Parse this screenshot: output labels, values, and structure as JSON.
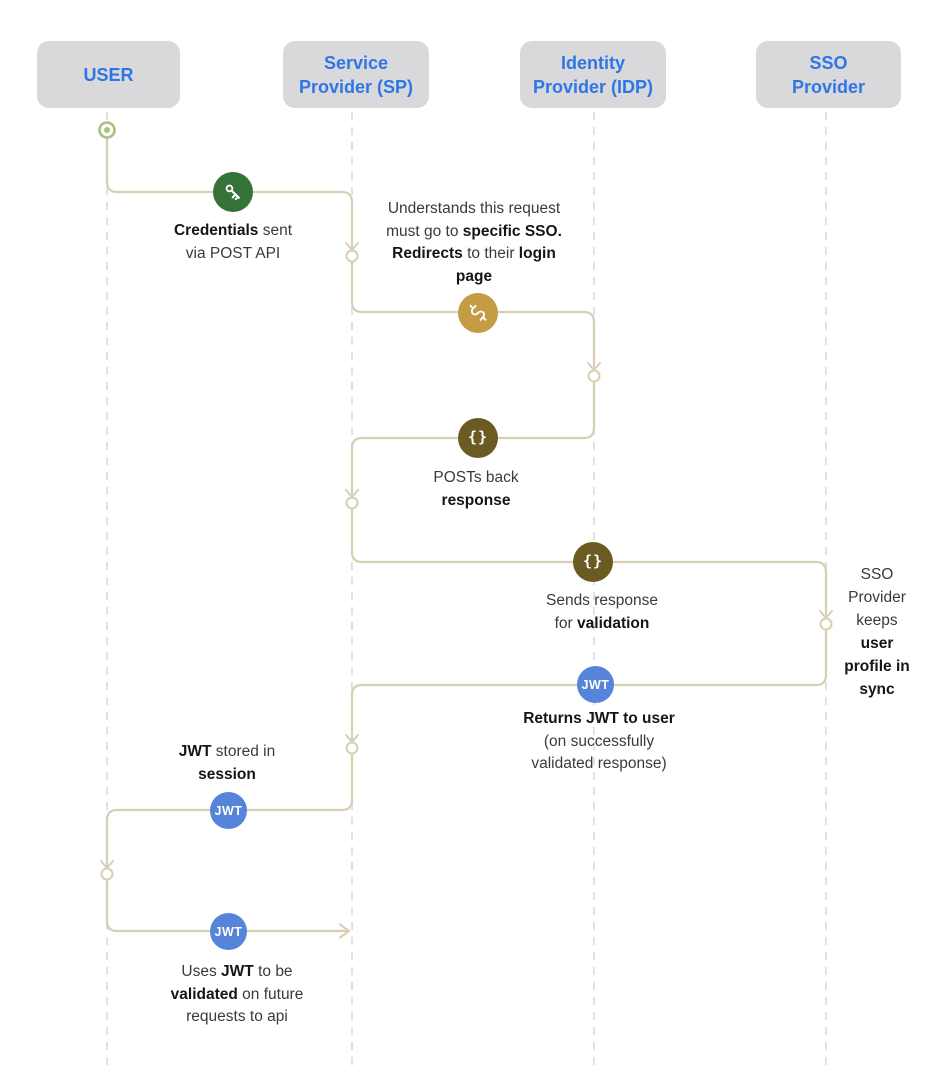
{
  "lanes": [
    {
      "label": [
        "USER"
      ]
    },
    {
      "label": [
        "Service",
        "Provider (SP)"
      ]
    },
    {
      "label": [
        "Identity",
        "Provider (IDP)"
      ]
    },
    {
      "label": [
        "SSO",
        "Provider"
      ]
    }
  ],
  "icons": {
    "key": "key-icon",
    "redirect": "redirect-icon",
    "braces": "{}",
    "jwt": "JWT"
  },
  "notes": {
    "credentials": {
      "s0": "Credentials",
      "s1": " sent",
      "s2": "via POST API"
    },
    "understands": {
      "s0": "Understands this request",
      "s1": "must go to ",
      "s2": "specific SSO.",
      "s3": "Redirects",
      "s4": " to their ",
      "s5": "login",
      "s6": "page"
    },
    "posts_back": {
      "s0": "POSTs back",
      "s1": "response"
    },
    "sends_response": {
      "s0": "Sends response",
      "s1": "for ",
      "s2": "validation"
    },
    "sso_keeps": {
      "s0": "SSO",
      "s1": "Provider",
      "s2": "keeps",
      "s3": "user",
      "s4": "profile in",
      "s5": "sync"
    },
    "returns_jwt": {
      "s0": "Returns JWT to user",
      "s1": "(on successfully",
      "s2": "validated response)"
    },
    "jwt_stored": {
      "s0": "JWT",
      "s1": " stored in",
      "s2": "session"
    },
    "uses_jwt": {
      "s0": "Uses ",
      "s1": "JWT",
      "s2": " to be",
      "s3": "validated",
      "s4": " on future",
      "s5": "requests to api"
    }
  },
  "colors": {
    "flow_line": "#d8d0b2",
    "lifeline": "#e2e2e4",
    "lane_box_bg": "#d9d9db",
    "lane_box_text": "#2e76e6",
    "key_circle": "#347237",
    "redirect_circle": "#c49c44",
    "braces_circle": "#6b5a21",
    "jwt_circle": "#5584d8",
    "start_marker": "#a9c17b"
  }
}
